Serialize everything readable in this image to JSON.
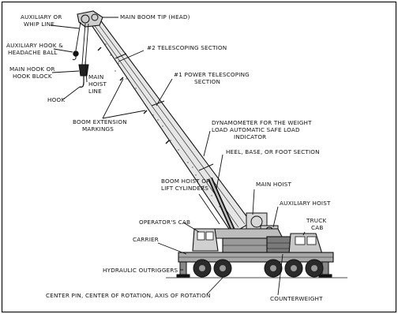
{
  "labels": {
    "aux_line_1": "AUXILIARY OR",
    "aux_line_2": "WHIP LINE",
    "aux_hook_1": "AUXILIARY HOOK &",
    "aux_hook_2": "HEADACHE BALL",
    "main_hook_1": "MAIN HOOK OR",
    "main_hook_2": "HOOK BLOCK",
    "hook": "HOOK",
    "main_hoist_line_1": "MAIN",
    "main_hoist_line_2": "HOIST",
    "main_hoist_line_3": "LINE",
    "boom_tip": "MAIN BOOM TIP (HEAD)",
    "telescoping_2": "#2 TELESCOPING SECTION",
    "telescoping_1_a": "#1 POWER TELESCOPING",
    "telescoping_1_b": "SECTION",
    "boom_ext_1": "BOOM EXTENSION",
    "boom_ext_2": "MARKINGS",
    "dyn_1": "DYNAMOMETER FOR THE WEIGHT",
    "dyn_2": "LOAD AUTOMATIC SAFE LOAD",
    "dyn_3": "INDICATOR",
    "heel": "HEEL, BASE, OR FOOT SECTION",
    "main_hoist": "MAIN HOIST",
    "boom_hoist_1": "BOOM HOIST OR",
    "boom_hoist_2": "LIFT CYLINDERS",
    "aux_hoist": "AUXILIARY HOIST",
    "truck_cab_1": "TRUCK",
    "truck_cab_2": "CAB",
    "operators_cab": "OPERATOR'S CAB",
    "carrier": "CARRIER",
    "outriggers": "HYDRAULIC OUTRIGGERS",
    "counterweight": "COUNTERWEIGHT",
    "center_pin": "CENTER PIN, CENTER OF ROTATION, AXIS OF ROTATION"
  }
}
